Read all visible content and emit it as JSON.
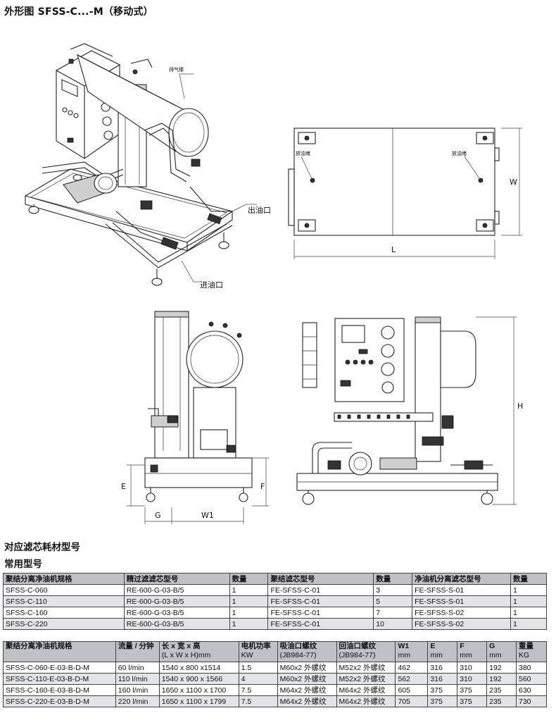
{
  "title": "外形图 SFSS-C...-M（移动式）",
  "drawing_labels": {
    "vent_valve": "排气楼",
    "outlet": "出油口",
    "inlet": "进油口",
    "drain_valve_left": "放油堵",
    "drain_valve_right": "放油堵",
    "dim_L": "L",
    "dim_W": "W",
    "dim_H": "H",
    "dim_E": "E",
    "dim_F": "F",
    "dim_G": "G",
    "dim_W1": "W1"
  },
  "section_heading": "对应滤芯耗材型号",
  "sub_heading": "常用型号",
  "table1": {
    "headers": [
      "聚结分离净油机规格",
      "精过滤滤芯型号",
      "数量",
      "聚结滤芯型号",
      "数量",
      "净油机分离滤芯型号",
      "数量"
    ],
    "rows": [
      [
        "SFSS-C-060",
        "RE-600-G-03-B/5",
        "1",
        "FE-SFSS-C-01",
        "3",
        "FE-SFSS-S-01",
        "1"
      ],
      [
        "SFSS-C-110",
        "RE-600-G-03-B/5",
        "1",
        "FE-SFSS-C-01",
        "5",
        "FE-SFSS-S-01",
        "1"
      ],
      [
        "SFSS-C-160",
        "RE-600-G-03-B/5",
        "1",
        "FE-SFSS-C-01",
        "7",
        "FE-SFSS-S-02",
        "1"
      ],
      [
        "SFSS-C-220",
        "RE-600-G-03-B/5",
        "1",
        "FE-SFSS-C-01",
        "10",
        "FE-SFSS-S-02",
        "1"
      ]
    ]
  },
  "table2": {
    "headers": [
      {
        "main": "聚结分离净油机规格",
        "unit": ""
      },
      {
        "main": "流量 / 分钟",
        "unit": ""
      },
      {
        "main": "长 x 宽 x 高",
        "unit": "(L x W x H)mm"
      },
      {
        "main": "电机功率",
        "unit": "KW"
      },
      {
        "main": "吸油口螺纹",
        "unit": "(JB984-77)"
      },
      {
        "main": "回油口螺纹",
        "unit": "(JB984-77)"
      },
      {
        "main": "W1",
        "unit": "mm"
      },
      {
        "main": "E",
        "unit": "mm"
      },
      {
        "main": "F",
        "unit": "mm"
      },
      {
        "main": "G",
        "unit": "mm"
      },
      {
        "main": "重量",
        "unit": "KG"
      }
    ],
    "rows": [
      [
        "SFSS-C-060-E-03-B-D-M",
        "60 l/min",
        "1540 x 800 x1514",
        "1.5",
        "M60x2 外螺纹",
        "M52x2 外螺纹",
        "462",
        "316",
        "310",
        "192",
        "380"
      ],
      [
        "SFSS-C-110-E-03-B-D-M",
        "110 l/min",
        "1540 x 900 x 1566",
        "4",
        "M60x2 外螺纹",
        "M52x2 外螺纹",
        "562",
        "316",
        "310",
        "192",
        "560"
      ],
      [
        "SFSS-C-160-E-03-B-D-M",
        "160 l/min",
        "1650 x 1100 x 1700",
        "7.5",
        "M64x2 外螺纹",
        "M64x2 外螺纹",
        "605",
        "375",
        "375",
        "235",
        "630"
      ],
      [
        "SFSS-C-220-E-03-B-D-M",
        "220 l/min",
        "1650 x 1100 x 1799",
        "7.5",
        "M64x2 外螺纹",
        "M64x2 外螺纹",
        "705",
        "375",
        "375",
        "235",
        "730"
      ]
    ]
  }
}
